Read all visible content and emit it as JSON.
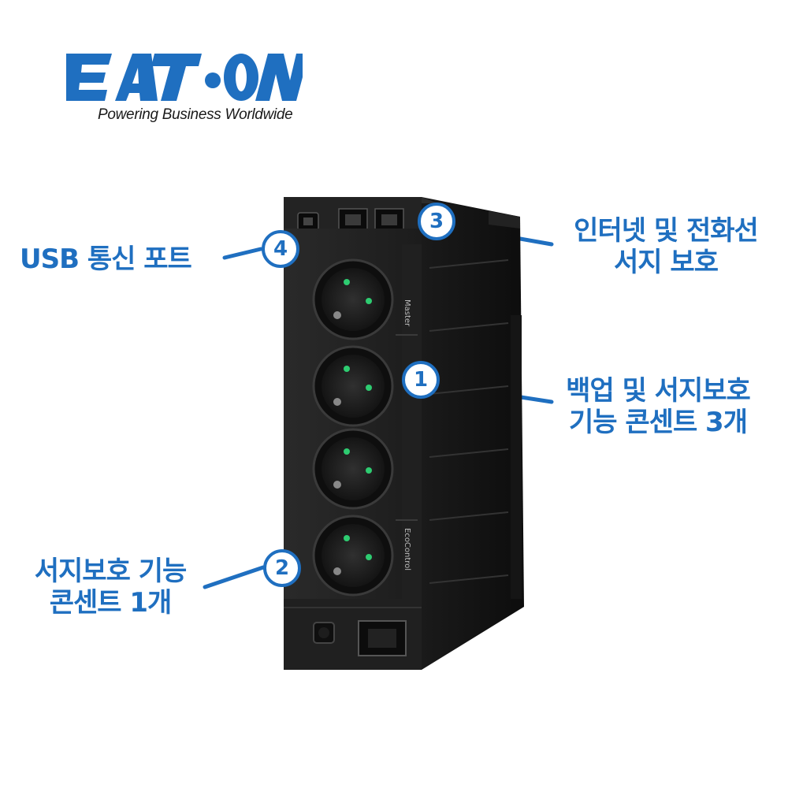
{
  "brand": {
    "name": "EATON",
    "tagline": "Powering Business Worldwide",
    "color": "#1f6fc0"
  },
  "device": {
    "labels": [
      "Master",
      "EcoControl"
    ]
  },
  "callouts": [
    {
      "number": "1",
      "lines": [
        "백업 및 서지보호",
        "기능 콘센트 3개"
      ]
    },
    {
      "number": "2",
      "lines": [
        "서지보호 기능",
        "콘센트 1개"
      ]
    },
    {
      "number": "3",
      "lines": [
        "인터넷 및 전화선",
        "서지 보호"
      ]
    },
    {
      "number": "4",
      "lines": [
        "USB 통신 포트"
      ]
    }
  ]
}
